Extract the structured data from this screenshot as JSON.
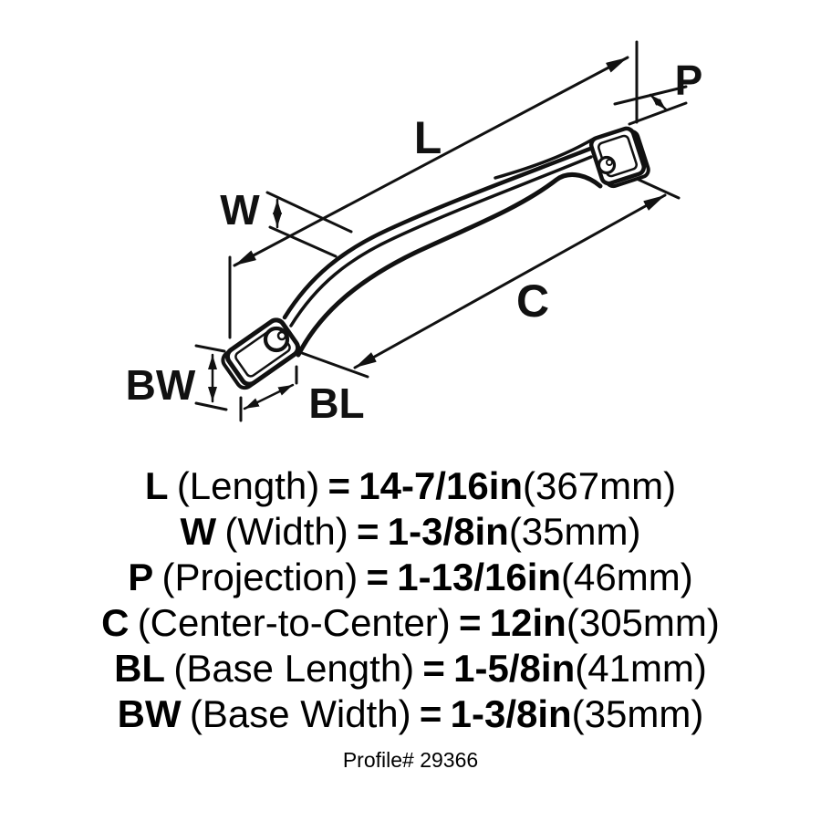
{
  "diagram": {
    "labels": {
      "l": "L",
      "w": "W",
      "p": "P",
      "c": "C",
      "bl": "BL",
      "bw": "BW"
    }
  },
  "specs": [
    {
      "code": "L",
      "name": "(Length)",
      "equals": "=",
      "value": "14-7/16in",
      "metric": "(367mm)"
    },
    {
      "code": "W",
      "name": "(Width)",
      "equals": "=",
      "value": "1-3/8in",
      "metric": "(35mm)"
    },
    {
      "code": "P",
      "name": "(Projection)",
      "equals": "=",
      "value": "1-13/16in",
      "metric": "(46mm)"
    },
    {
      "code": "C",
      "name": "(Center-to-Center)",
      "equals": "=",
      "value": "12in",
      "metric": "(305mm)"
    },
    {
      "code": "BL",
      "name": "(Base Length)",
      "equals": "=",
      "value": "1-5/8in",
      "metric": "(41mm)"
    },
    {
      "code": "BW",
      "name": "(Base Width)",
      "equals": "=",
      "value": "1-3/8in",
      "metric": "(35mm)"
    }
  ],
  "footer": {
    "profile_label": "Profile# 29366"
  },
  "colors": {
    "line": "#111111",
    "background": "#ffffff",
    "text": "#1a1a1a"
  }
}
